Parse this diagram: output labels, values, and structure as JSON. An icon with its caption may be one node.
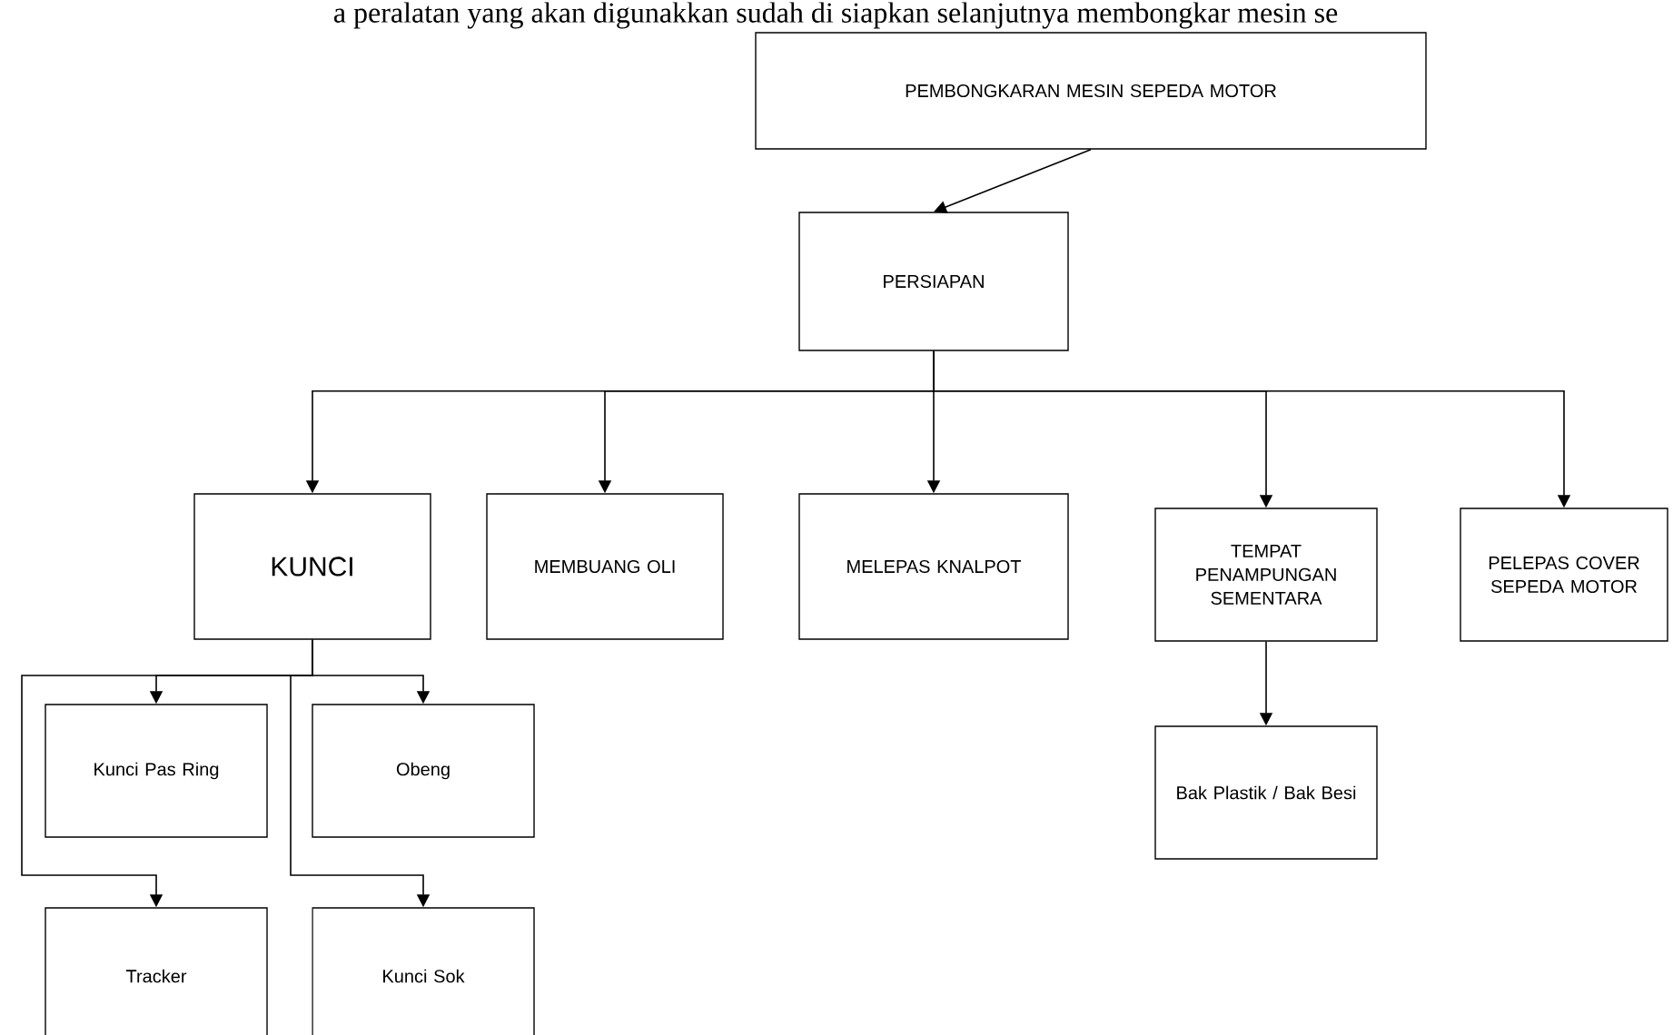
{
  "diagram": {
    "nodes": [
      {
        "text": [
          "PEMBONGKARAN MESIN SEPEDA MOTOR"
        ]
      },
      {
        "text": [
          "PERSIAPAN"
        ]
      },
      {
        "text": [
          "KUNCI"
        ]
      },
      {
        "text": [
          "MEMBUANG OLI"
        ]
      },
      {
        "text": [
          "MELEPAS KNALPOT"
        ]
      },
      {
        "text": [
          "TEMPAT PENAMPUNGAN SEMENTARA"
        ]
      },
      {
        "text": [
          "PELEPAS COVER SEPEDA MOTOR"
        ]
      },
      {
        "text": [
          "Bak Plastik / Bak Besi"
        ]
      },
      {
        "text": [
          "Kunci Pas Ring"
        ]
      },
      {
        "text": [
          "Obeng"
        ]
      },
      {
        "text": [
          "Tracker"
        ]
      },
      {
        "text": [
          "Kunci Sok"
        ]
      }
    ],
    "edges": [
      {
        "from": 0,
        "to": 1,
        "arrow": "to"
      },
      {
        "from": 1,
        "to": 2,
        "arrow": "to"
      },
      {
        "from": 1,
        "to": 3,
        "arrow": "to"
      },
      {
        "from": 1,
        "to": 4,
        "arrow": "to"
      },
      {
        "from": 1,
        "to": 5,
        "arrow": "to"
      },
      {
        "from": 1,
        "to": 6,
        "arrow": "to"
      },
      {
        "from": 5,
        "to": 7,
        "arrow": "to"
      },
      {
        "from": 2,
        "to": 8,
        "arrow": "to"
      },
      {
        "from": 2,
        "to": 9,
        "arrow": "to"
      },
      {
        "from": 2,
        "to": 10,
        "arrow": "to"
      },
      {
        "from": 2,
        "to": 11,
        "arrow": "to"
      }
    ],
    "labels": [
      "a peralatan yang akan digunakkan sudah di siapkan selanjutnya membongkar mesin se"
    ]
  }
}
